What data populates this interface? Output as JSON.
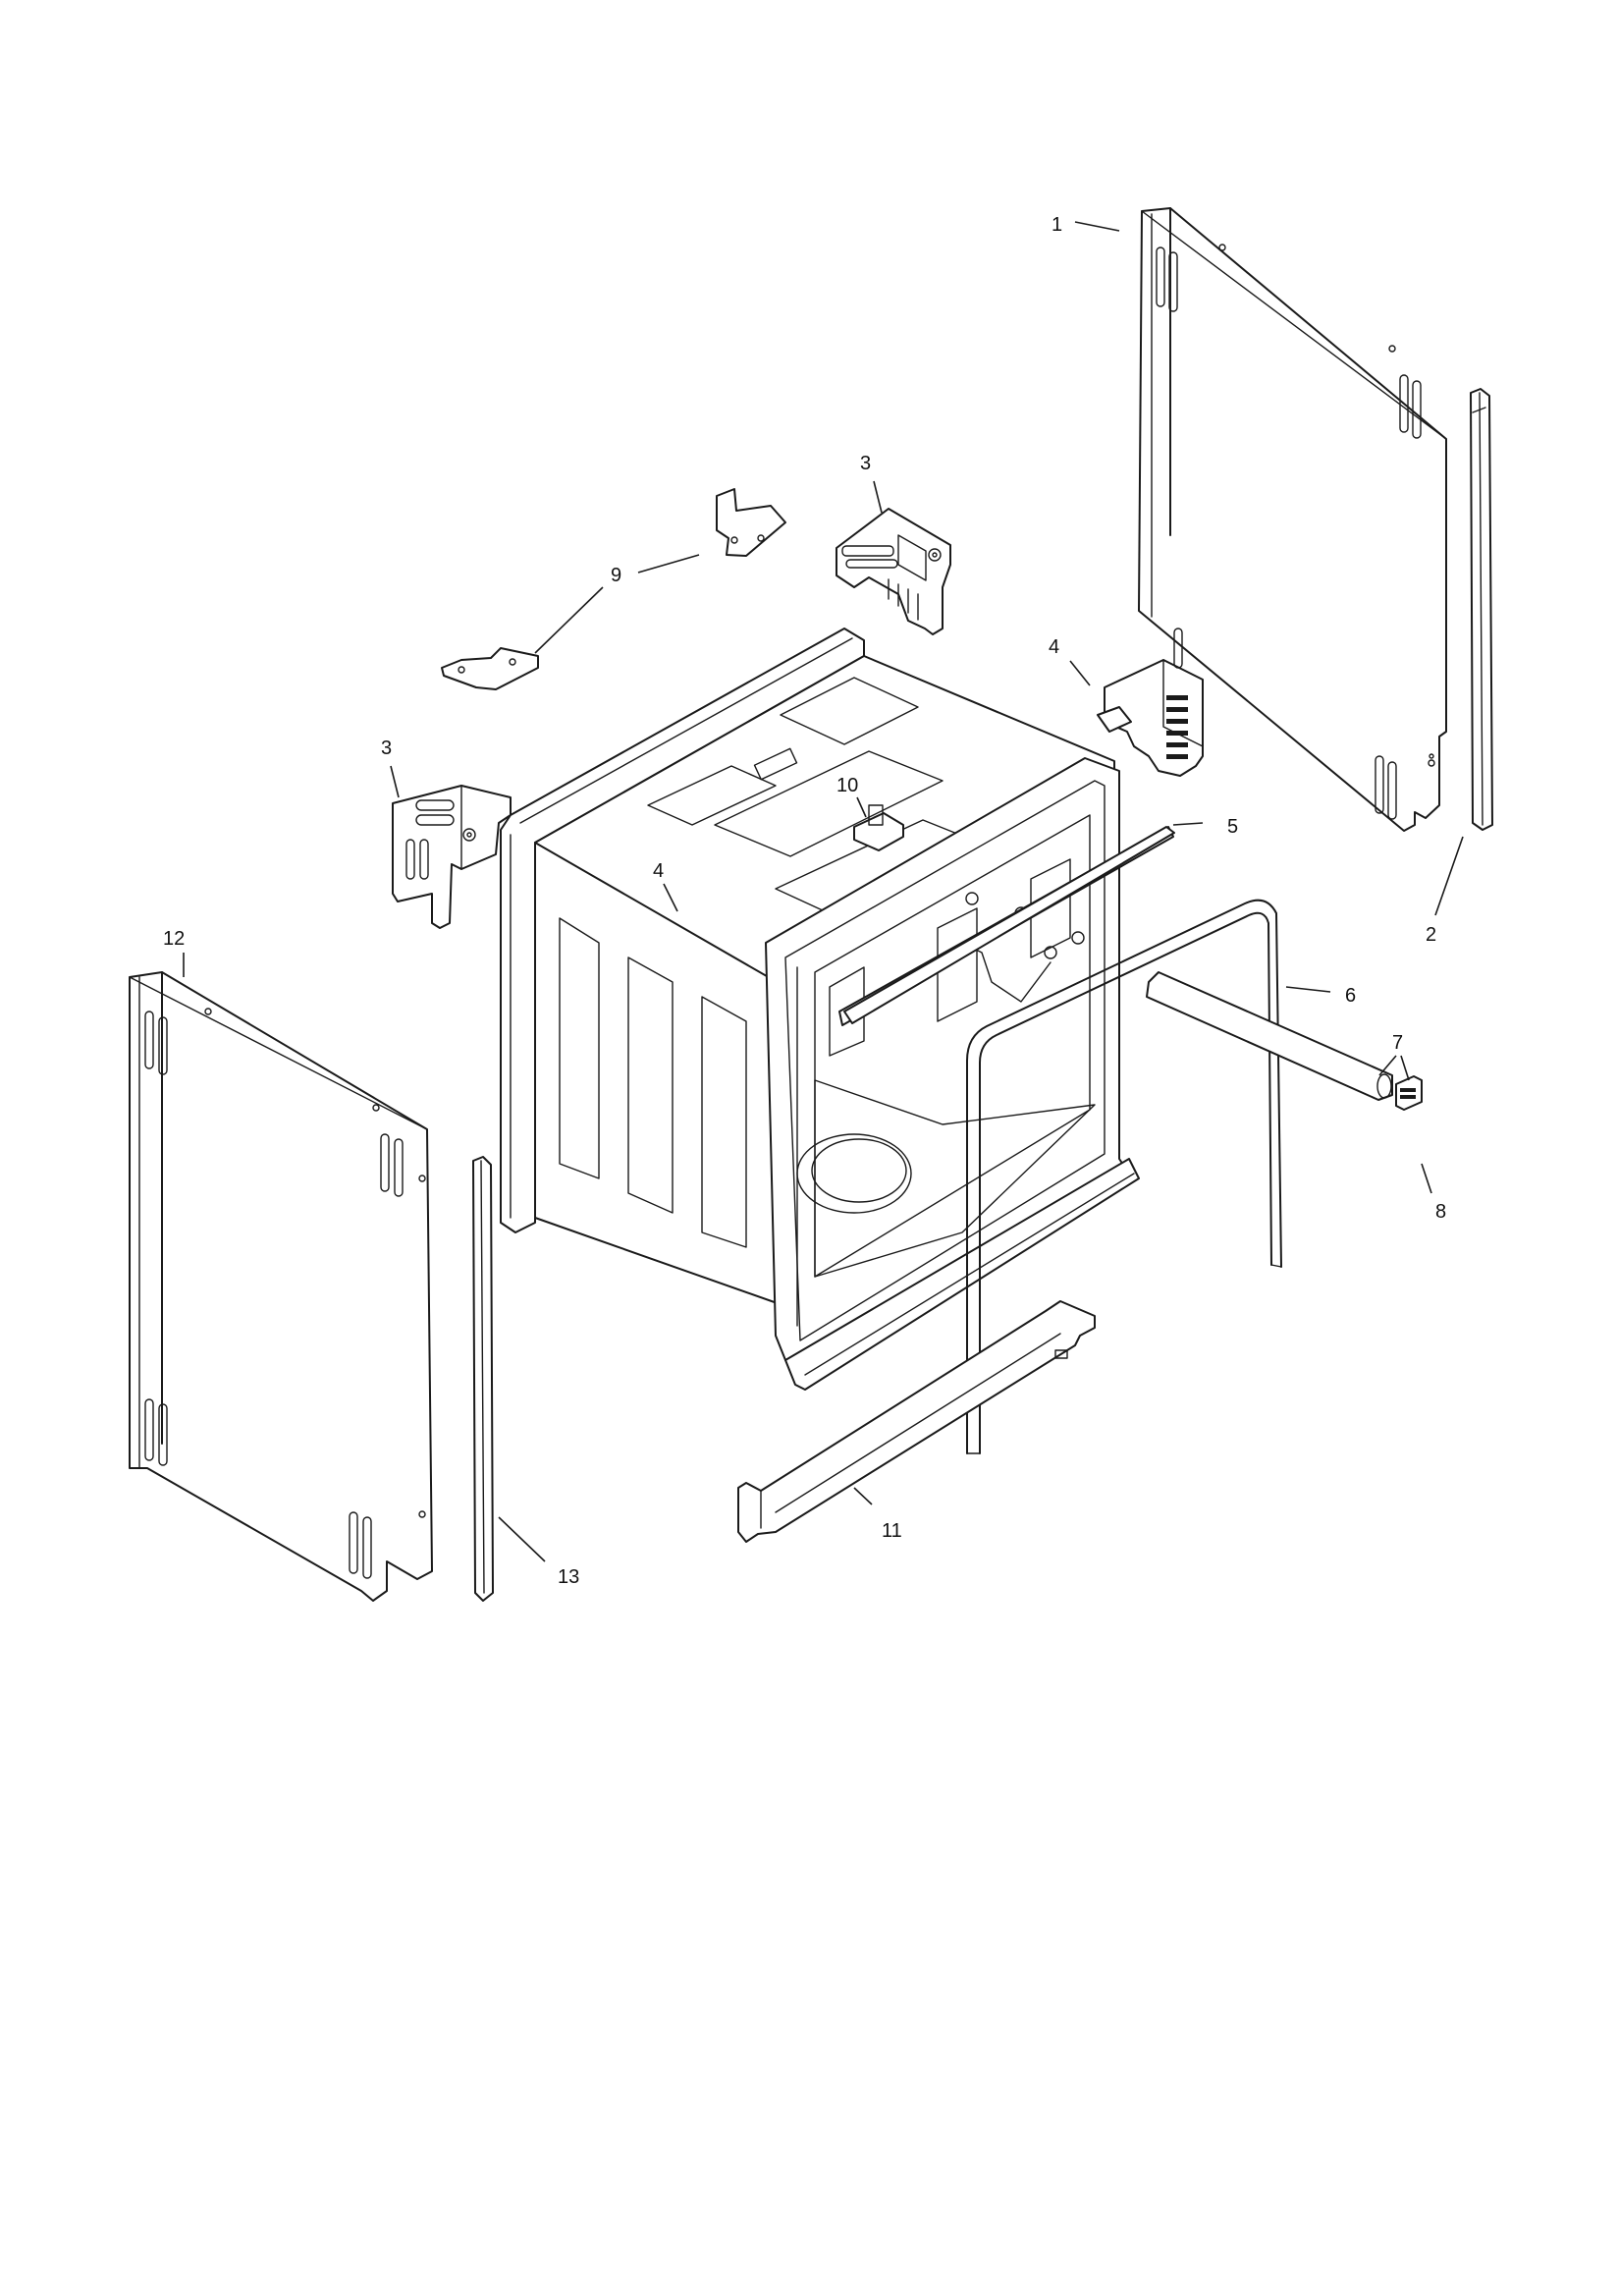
{
  "callouts": [
    {
      "id": "c1",
      "text": "1"
    },
    {
      "id": "c2",
      "text": "2"
    },
    {
      "id": "c3a",
      "text": "3"
    },
    {
      "id": "c3b",
      "text": "3"
    },
    {
      "id": "c4a",
      "text": "4"
    },
    {
      "id": "c4b",
      "text": "4"
    },
    {
      "id": "c5",
      "text": "5"
    },
    {
      "id": "c6",
      "text": "6"
    },
    {
      "id": "c7",
      "text": "7"
    },
    {
      "id": "c8",
      "text": "8"
    },
    {
      "id": "c9",
      "text": "9"
    },
    {
      "id": "c10",
      "text": "10"
    },
    {
      "id": "c11",
      "text": "11"
    },
    {
      "id": "c12",
      "text": "12"
    },
    {
      "id": "c13",
      "text": "13"
    }
  ],
  "colors": {
    "ink": "#1a1a1a",
    "paper": "#ffffff"
  }
}
